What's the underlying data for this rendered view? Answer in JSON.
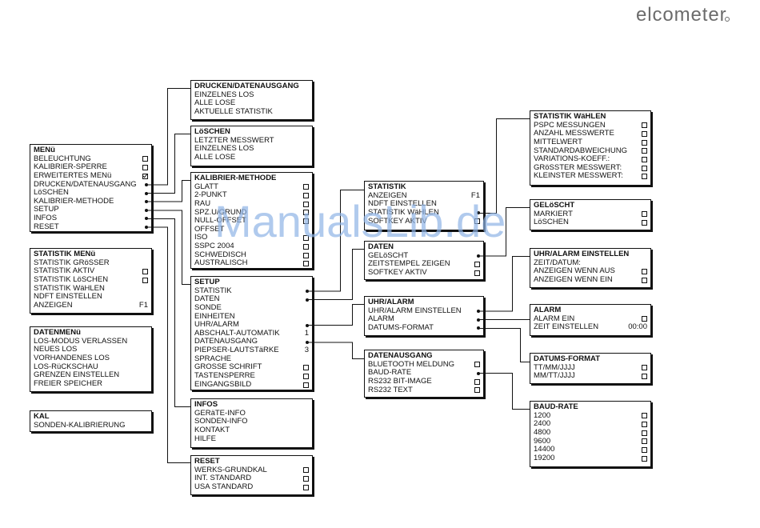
{
  "logo": "elcometer",
  "watermark": "ManualsLib.de",
  "colors": {
    "logo": "#6b6b6b",
    "watermark": "#8fb4e6",
    "line": "#111111"
  },
  "boxes": {
    "menu": {
      "title": "MENü",
      "items": [
        {
          "label": "BELEUCHTUNG",
          "icon": "checkbox"
        },
        {
          "label": "KALIBRIER-SPERRE",
          "icon": "checkbox"
        },
        {
          "label": "ERWEITERTES MENü",
          "icon": "checkbox-checked"
        },
        {
          "label": "DRUCKEN/DATENAUSGANG",
          "icon": "bullet"
        },
        {
          "label": "LöSCHEN",
          "icon": "bullet"
        },
        {
          "label": "KALIBRIER-METHODE",
          "icon": "bullet"
        },
        {
          "label": "SETUP",
          "icon": "bullet"
        },
        {
          "label": "INFOS",
          "icon": "bullet"
        },
        {
          "label": "RESET",
          "icon": "bullet"
        }
      ]
    },
    "statistik_menu": {
      "title": "STATISTIK MENü",
      "items": [
        {
          "label": "STATISTIK GRöSSER"
        },
        {
          "label": "STATISTIK AKTIV",
          "icon": "checkbox"
        },
        {
          "label": "STATISTIK LöSCHEN",
          "icon": "checkbox"
        },
        {
          "label": "STATISTIK WäHLEN"
        },
        {
          "label": "NDFT EINSTELLEN"
        },
        {
          "label": "ANZEIGEN",
          "value": "F1"
        }
      ]
    },
    "datenmenu": {
      "title": "DATENMENü",
      "items": [
        {
          "label": "LOS-MODUS VERLASSEN"
        },
        {
          "label": "NEUES LOS"
        },
        {
          "label": "VORHANDENES LOS"
        },
        {
          "label": "LOS-RüCKSCHAU"
        },
        {
          "label": "GRENZEN EINSTELLEN"
        },
        {
          "label": "FREIER SPEICHER"
        }
      ]
    },
    "kal": {
      "title": "KAL",
      "items": [
        {
          "label": "SONDEN-KALIBRIERUNG"
        }
      ]
    },
    "drucken": {
      "title": "DRUCKEN/DATENAUSGANG",
      "items": [
        {
          "label": "EINZELNES LOS"
        },
        {
          "label": "ALLE LOSE"
        },
        {
          "label": "AKTUELLE STATISTIK"
        }
      ]
    },
    "loeschen": {
      "title": "LöSCHEN",
      "items": [
        {
          "label": "LETZTER MESSWERT"
        },
        {
          "label": "EINZELNES LOS"
        },
        {
          "label": "ALLE LOSE"
        }
      ]
    },
    "kalibrier_methode": {
      "title": "KALIBRIER-METHODE",
      "items": [
        {
          "label": "GLATT",
          "icon": "checkbox"
        },
        {
          "label": "2-PUNKT",
          "icon": "checkbox"
        },
        {
          "label": "RAU",
          "icon": "checkbox"
        },
        {
          "label": "SPZ.U/GRUND",
          "icon": "checkbox"
        },
        {
          "label": "NULL-OFFSET",
          "icon": "checkbox"
        },
        {
          "label": "OFFSET"
        },
        {
          "label": "ISO",
          "icon": "checkbox"
        },
        {
          "label": "SSPC 2004",
          "icon": "checkbox"
        },
        {
          "label": "SCHWEDISCH",
          "icon": "checkbox"
        },
        {
          "label": "AUSTRALISCH",
          "icon": "checkbox"
        }
      ]
    },
    "setup": {
      "title": "SETUP",
      "items": [
        {
          "label": "STATISTIK",
          "icon": "bullet"
        },
        {
          "label": "DATEN",
          "icon": "bullet"
        },
        {
          "label": "SONDE"
        },
        {
          "label": "EINHEITEN"
        },
        {
          "label": "UHR/ALARM",
          "icon": "bullet"
        },
        {
          "label": "ABSCHALT-AUTOMATIK",
          "value": "1"
        },
        {
          "label": "DATENAUSGANG",
          "icon": "bullet"
        },
        {
          "label": "PIEPSER-LAUTSTäRKE",
          "value": "3"
        },
        {
          "label": "SPRACHE"
        },
        {
          "label": "GROSSE SCHRIFT",
          "icon": "checkbox"
        },
        {
          "label": "TASTENSPERRE",
          "icon": "checkbox"
        },
        {
          "label": "EINGANGSBILD",
          "icon": "checkbox"
        }
      ]
    },
    "infos": {
      "title": "INFOS",
      "items": [
        {
          "label": "GERäTE-INFO"
        },
        {
          "label": "SONDEN-INFO"
        },
        {
          "label": "KONTAKT"
        },
        {
          "label": "HILFE"
        }
      ]
    },
    "reset": {
      "title": "RESET",
      "items": [
        {
          "label": "WERKS-GRUNDKAL",
          "icon": "checkbox"
        },
        {
          "label": "INT. STANDARD",
          "icon": "checkbox"
        },
        {
          "label": "USA STANDARD",
          "icon": "checkbox"
        }
      ]
    },
    "statistik": {
      "title": "STATISTIK",
      "items": [
        {
          "label": "ANZEIGEN",
          "value": "F1"
        },
        {
          "label": "NDFT EINSTELLEN"
        },
        {
          "label": "STATISTIK WäHLEN",
          "icon": "bullet"
        },
        {
          "label": "SOFTKEY AKTIV",
          "icon": "checkbox"
        }
      ]
    },
    "daten": {
      "title": "DATEN",
      "items": [
        {
          "label": "GELöSCHT",
          "icon": "bullet"
        },
        {
          "label": "ZEITSTEMPEL ZEIGEN",
          "icon": "checkbox"
        },
        {
          "label": "SOFTKEY AKTIV",
          "icon": "checkbox"
        }
      ]
    },
    "uhr_alarm": {
      "title": "UHR/ALARM",
      "items": [
        {
          "label": "UHR/ALARM EINSTELLEN",
          "icon": "bullet"
        },
        {
          "label": "ALARM",
          "icon": "bullet"
        },
        {
          "label": "DATUMS-FORMAT",
          "icon": "bullet"
        }
      ]
    },
    "datenausgang": {
      "title": "DATENAUSGANG",
      "items": [
        {
          "label": "BLUETOOTH MELDUNG",
          "icon": "checkbox"
        },
        {
          "label": "BAUD-RATE",
          "icon": "bullet"
        },
        {
          "label": "RS232 BIT-IMAGE",
          "icon": "checkbox"
        },
        {
          "label": "RS232 TEXT",
          "icon": "checkbox"
        }
      ]
    },
    "statistik_waehlen": {
      "title": "STATISTIK WäHLEN",
      "items": [
        {
          "label": "PSPC MESSUNGEN",
          "icon": "checkbox"
        },
        {
          "label": "ANZAHL MESSWERTE",
          "icon": "checkbox"
        },
        {
          "label": "MITTELWERT",
          "icon": "checkbox"
        },
        {
          "label": "STANDARDABWEICHUNG",
          "icon": "checkbox"
        },
        {
          "label": "VARIATIONS-KOEFF.:",
          "icon": "checkbox"
        },
        {
          "label": "GRöSSTER MESSWERT:",
          "icon": "checkbox"
        },
        {
          "label": "KLEINSTER MESSWERT:",
          "icon": "checkbox"
        }
      ]
    },
    "geloescht": {
      "title": "GELöSCHT",
      "items": [
        {
          "label": "MARKIERT",
          "icon": "checkbox"
        },
        {
          "label": "LöSCHEN",
          "icon": "checkbox"
        }
      ]
    },
    "uhr_alarm_einstellen": {
      "title": "UHR/ALARM EINSTELLEN",
      "items": [
        {
          "label": "ZEIT/DATUM:"
        },
        {
          "label": "ANZEIGEN WENN AUS",
          "icon": "checkbox"
        },
        {
          "label": "ANZEIGEN WENN EIN",
          "icon": "checkbox"
        }
      ]
    },
    "alarm": {
      "title": "ALARM",
      "items": [
        {
          "label": "ALARM EIN",
          "icon": "checkbox"
        },
        {
          "label": "ZEIT EINSTELLEN",
          "value": "00:00"
        }
      ]
    },
    "datums_format": {
      "title": "DATUMS-FORMAT",
      "items": [
        {
          "label": "TT/MM/JJJJ",
          "icon": "checkbox"
        },
        {
          "label": "MM/TT/JJJJ",
          "icon": "checkbox"
        }
      ]
    },
    "baud_rate": {
      "title": "BAUD-RATE",
      "items": [
        {
          "label": "1200",
          "icon": "checkbox"
        },
        {
          "label": "2400",
          "icon": "checkbox"
        },
        {
          "label": "4800",
          "icon": "checkbox"
        },
        {
          "label": "9600",
          "icon": "checkbox"
        },
        {
          "label": "14400",
          "icon": "checkbox"
        },
        {
          "label": "19200",
          "icon": "checkbox"
        }
      ]
    }
  }
}
